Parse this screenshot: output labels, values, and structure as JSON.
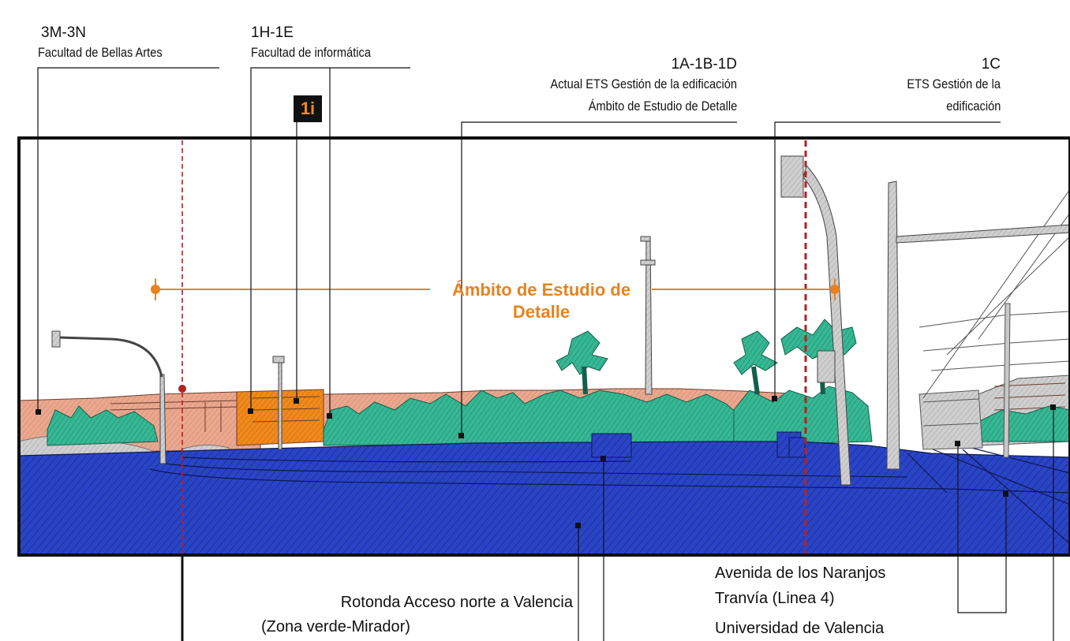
{
  "labels": {
    "bellas_code": "3M-3N",
    "bellas_name": "Facultad de Bellas Artes",
    "info_code": "1H-1E",
    "info_name": "Facultad de informática",
    "badge": "1i",
    "ets_actual_code": "1A-1B-1D",
    "ets_actual_line1": "Actual ETS Gestión de la edificación",
    "ets_actual_line2": "Ámbito de Estudio de Detalle",
    "ets_code": "1C",
    "ets_line1": "ETS Gestión de la",
    "ets_line2": "edificación",
    "ambito_line1": "Ámbito de Estudio de",
    "ambito_line2": "Detalle",
    "rotonda_line1": "Rotonda Acceso norte a Valencia",
    "rotonda_line2": "(Zona verde-Mirador)",
    "naranjos": "Avenida de los Naranjos",
    "tranvia": "Tranvía (Linea 4)",
    "universidad": "Universidad de Valencia"
  },
  "colors": {
    "road": "#2a44c8",
    "road_hatch": "#1a2c8a",
    "building": "#e9a48a",
    "highlight_building": "#f08a1c",
    "tree": "#2fae8e",
    "tree_dark": "#1b7a62",
    "pole": "#c8c8c8",
    "ambito": "#e8821e",
    "axis": "#b22222",
    "frame": "#111111"
  }
}
